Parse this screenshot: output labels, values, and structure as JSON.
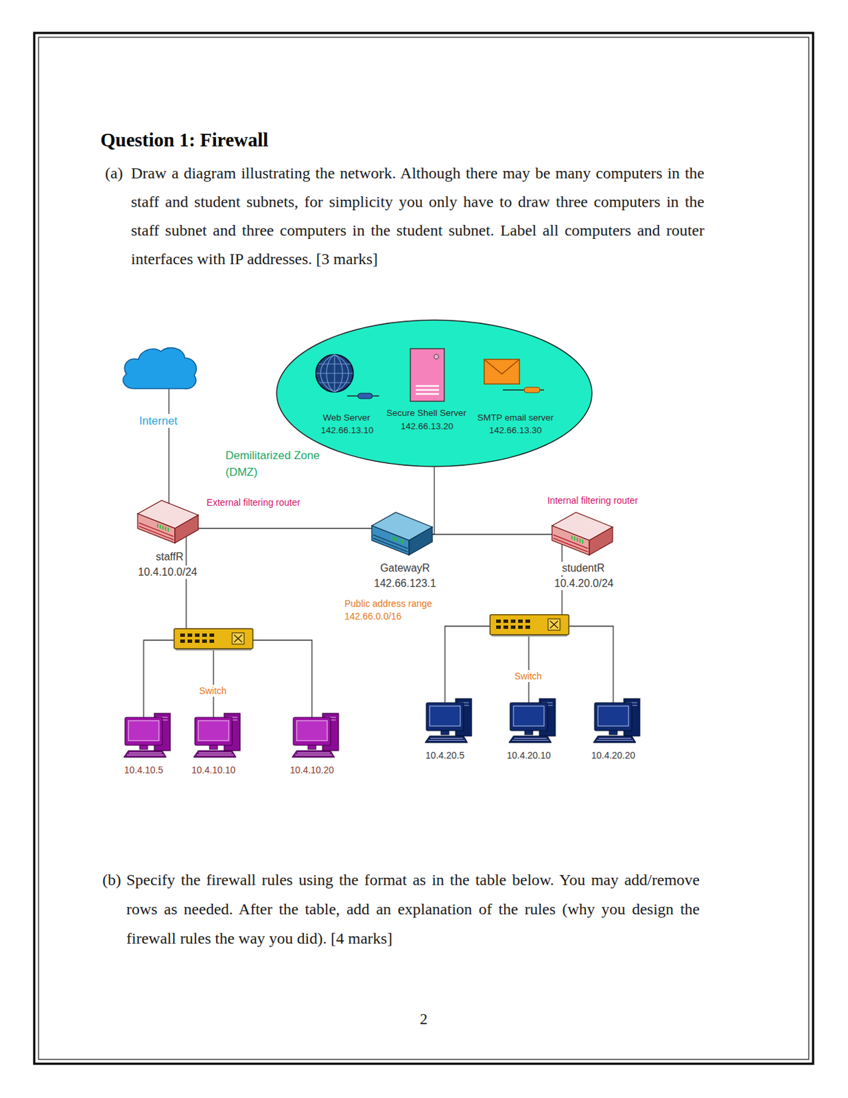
{
  "diagram": {
    "title": "Question 1: Firewall",
    "nodes": [
      {
        "text": [
          "Demilitarized Zone (DMZ)"
        ]
      },
      {
        "text": [
          "Web Server",
          "142.66.13.10"
        ],
        "in": 0
      },
      {
        "text": [
          "Secure Shell Server",
          "142.66.13.20"
        ],
        "in": 0
      },
      {
        "text": [
          "SMTP email server",
          "142.66.13.30"
        ],
        "in": 0
      },
      {
        "text": [
          "Internet"
        ]
      },
      {
        "text": [
          "External filtering router",
          "staffR",
          "10.4.10.0/24"
        ]
      },
      {
        "text": [
          "GatewayR",
          "142.66.123.1"
        ]
      },
      {
        "text": [
          "Internal filtering router",
          "studentR",
          "10.4.20.0/24"
        ]
      },
      {
        "text": [
          "Switch"
        ]
      },
      {
        "text": [
          "Switch"
        ]
      },
      {
        "text": [
          "10.4.10.5"
        ]
      },
      {
        "text": [
          "10.4.10.10"
        ]
      },
      {
        "text": [
          "10.4.10.20"
        ]
      },
      {
        "text": [
          "10.4.20.5"
        ]
      },
      {
        "text": [
          "10.4.20.10"
        ]
      },
      {
        "text": [
          "10.4.20.20"
        ]
      }
    ],
    "edges": [
      {
        "from": 4,
        "to": 5,
        "arrow": "none"
      },
      {
        "from": 5,
        "to": 6,
        "arrow": "none"
      },
      {
        "from": 6,
        "to": 0,
        "arrow": "none"
      },
      {
        "from": 6,
        "to": 7,
        "arrow": "none"
      },
      {
        "from": 5,
        "to": 8,
        "arrow": "none"
      },
      {
        "from": 8,
        "to": 10,
        "arrow": "none"
      },
      {
        "from": 8,
        "to": 11,
        "arrow": "none"
      },
      {
        "from": 8,
        "to": 12,
        "arrow": "none"
      },
      {
        "from": 7,
        "to": 9,
        "arrow": "none"
      },
      {
        "from": 9,
        "to": 13,
        "arrow": "none"
      },
      {
        "from": 9,
        "to": 14,
        "arrow": "none"
      },
      {
        "from": 9,
        "to": 15,
        "arrow": "none"
      }
    ],
    "labels": [
      "(a)",
      "Draw a diagram illustrating the network. Although there may be many computers in the staff and student subnets, for simplicity you only have to draw three computers in the staff subnet and three computers in the student subnet. Label all computers and router interfaces with IP addresses. [3 marks]",
      "Public address range 142.66.0.0/16",
      "(b)",
      "Specify the firewall rules using the format as in the table below. You may add/remove rows as needed. After the table, add an explanation of the rules (why you design the firewall rules the way you did). [4 marks]",
      "2"
    ]
  }
}
